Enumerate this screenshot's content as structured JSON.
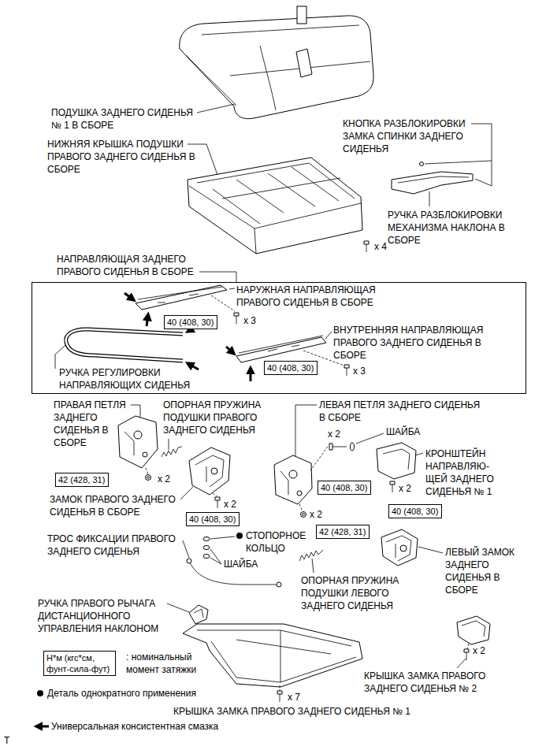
{
  "diagram": {
    "nodes": [
      {
        "text": [
          "НАПРАВЛЯЮЩАЯ ЗАДНЕГО ПРАВОГО СИДЕНЬЯ В СБОРЕ"
        ]
      },
      {
        "text": [
          "40 (408, 30)"
        ],
        "in": 0
      },
      {
        "text": [
          "40 (408, 30)"
        ],
        "in": 0
      },
      {
        "text": [
          "42 (428, 31)"
        ]
      },
      {
        "text": [
          "40 (408, 30)"
        ]
      },
      {
        "text": [
          "40 (408, 30)"
        ]
      },
      {
        "text": [
          "42 (428, 31)"
        ]
      },
      {
        "text": [
          "40 (408, 30)"
        ]
      },
      {
        "text": [
          "Н*м (кгс*см, фунт-сила-фут)"
        ]
      }
    ],
    "labels": [
      "ПОДУШКА ЗАДНЕГО СИДЕНЬЯ № 1 В СБОРЕ",
      "НИЖНЯЯ КРЫШКА ПОДУШКИ ПРАВОГО ЗАДНЕГО СИДЕНЬЯ В СБОРЕ",
      "КНОПКА РАЗБЛОКИРОВКИ ЗАМКА СПИНКИ ЗАДНЕГО СИДЕНЬЯ",
      "РУЧКА РАЗБЛОКИРОВКИ МЕХАНИЗМА НАКЛОНА В СБОРЕ",
      "x 4",
      "НАРУЖНАЯ НАПРАВЛЯЮЩАЯ ПРАВОГО СИДЕНЬЯ В СБОРЕ",
      "x 3",
      "ВНУТРЕННЯЯ НАПРАВЛЯЮЩАЯ ПРАВОГО ЗАДНЕГО СИДЕНЬЯ В СБОРЕ",
      "x 3",
      "РУЧКА РЕГУЛИРОВКИ НАПРАВЛЯЮЩИХ СИДЕНЬЯ",
      "ПРАВАЯ ПЕТЛЯ ЗАДНЕГО СИДЕНЬЯ В СБОРЕ",
      "ОПОРНАЯ ПРУЖИНА ПОДУШКИ ПРАВОГО ЗАДНЕГО СИДЕНЬЯ",
      "ЛЕВАЯ ПЕТЛЯ ЗАДНЕГО СИДЕНЬЯ В СБОРЕ",
      "ШАЙБА",
      "x 2",
      "КРОНШТЕЙН НАПРАВЛЯЮ-ЩЕЙ ЗАДНЕГО СИДЕНЬЯ № 1",
      "x 2",
      "x 2",
      "ЗАМОК ПРАВОГО ЗАДНЕГО СИДЕНЬЯ В СБОРЕ",
      "x 2",
      "x 2",
      "ТРОС ФИКСАЦИИ ПРАВОГО ЗАДНЕГО СИДЕНЬЯ",
      "СТОПОРНОЕ КОЛЬЦО",
      "ШАЙБА",
      "ЛЕВЫЙ ЗАМОК ЗАДНЕГО СИДЕНЬЯ В СБОРЕ",
      "ОПОРНАЯ ПРУЖИНА ПОДУШКИ ЛЕВОГО ЗАДНЕГО СИДЕНЬЯ",
      "РУЧКА ПРАВОГО РЫЧАГА ДИСТАНЦИОННОГО УПРАВЛЕНИЯ НАКЛОНОМ",
      "x 2",
      "КРЫШКА ЗАМКА ПРАВОГО ЗАДНЕГО СИДЕНЬЯ № 2",
      "x 7",
      "КРЫШКА ЗАМКА ПРАВОГО ЗАДНЕГО СИДЕНЬЯ № 1",
      "T"
    ],
    "legend": [
      {
        "text": ": номинальный момент затяжки"
      },
      {
        "text": "Деталь однократного применения"
      },
      {
        "text": "Универсальная консистентная смазка"
      }
    ]
  }
}
